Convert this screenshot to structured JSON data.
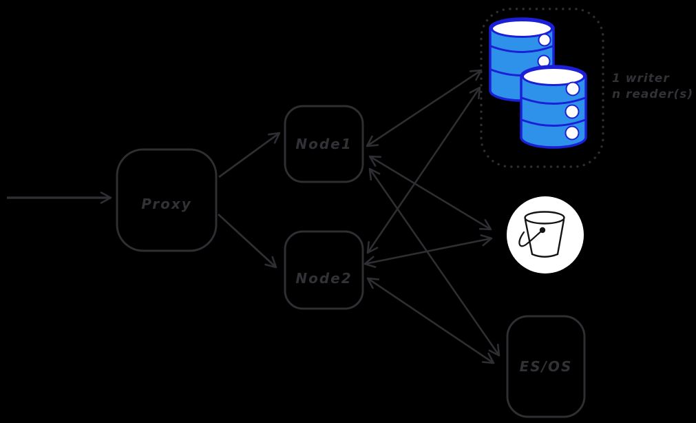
{
  "canvas": {
    "background": "#000000",
    "stroke_color": "#2e2e33",
    "text_color": "#313136"
  },
  "nodes": {
    "proxy": {
      "label": "Proxy"
    },
    "node1": {
      "label": "Node1"
    },
    "node2": {
      "label": "Node2"
    },
    "esos": {
      "label": "ES/OS"
    }
  },
  "cluster": {
    "caption_line1": "1 writer",
    "caption_line2": "n reader(s)",
    "icons": [
      "database-icon",
      "database-icon"
    ],
    "db_fill": "#2f92ea",
    "db_stroke": "#1b1fd6",
    "db_top_fill": "#ffffff",
    "boundary_style": "dotted"
  },
  "bucket": {
    "icon": "bucket-icon",
    "fill": "#ffffff",
    "stroke": "#141414"
  },
  "edges": [
    {
      "from": "external",
      "to": "proxy",
      "direction": "one-way"
    },
    {
      "from": "proxy",
      "to": "node1",
      "direction": "one-way"
    },
    {
      "from": "proxy",
      "to": "node2",
      "direction": "one-way"
    },
    {
      "from": "node1",
      "to": "db-cluster",
      "direction": "two-way"
    },
    {
      "from": "node1",
      "to": "bucket",
      "direction": "two-way"
    },
    {
      "from": "node1",
      "to": "esos",
      "direction": "two-way"
    },
    {
      "from": "node2",
      "to": "db-cluster",
      "direction": "two-way"
    },
    {
      "from": "node2",
      "to": "bucket",
      "direction": "two-way"
    },
    {
      "from": "node2",
      "to": "esos",
      "direction": "two-way"
    }
  ]
}
